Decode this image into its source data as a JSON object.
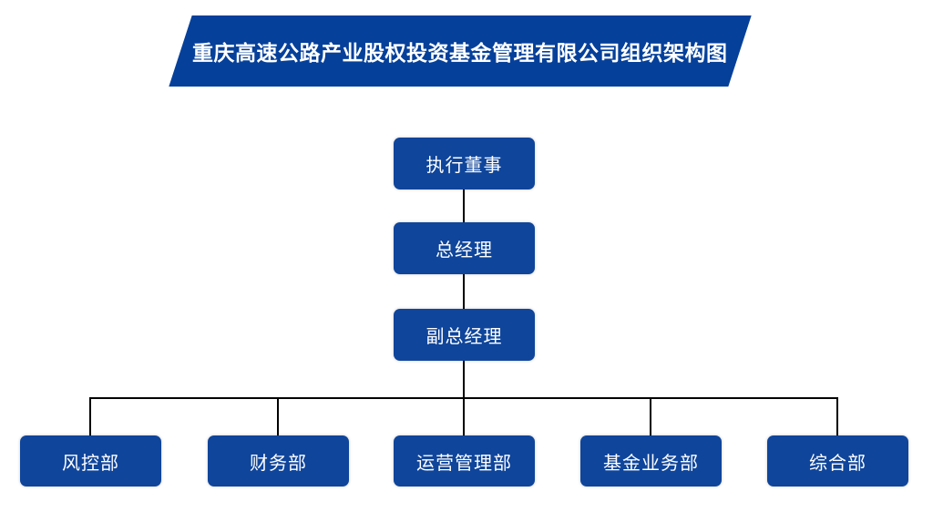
{
  "title": {
    "text": "重庆高速公路产业股权投资基金管理有限公司组织架构图"
  },
  "org": {
    "levels": [
      {
        "id": "executive-director",
        "label": "执行董事"
      },
      {
        "id": "general-manager",
        "label": "总经理"
      },
      {
        "id": "deputy-general-manager",
        "label": "副总经理"
      }
    ],
    "departments": [
      {
        "id": "risk-control",
        "label": "风控部"
      },
      {
        "id": "finance",
        "label": "财务部"
      },
      {
        "id": "operations-management",
        "label": "运营管理部"
      },
      {
        "id": "fund-business",
        "label": "基金业务部"
      },
      {
        "id": "general-affairs",
        "label": "综合部"
      }
    ]
  },
  "colors": {
    "banner": "#05409a",
    "node": "#0f459b",
    "node_text": "#ffffff",
    "connector": "#000000",
    "background": "#ffffff"
  }
}
